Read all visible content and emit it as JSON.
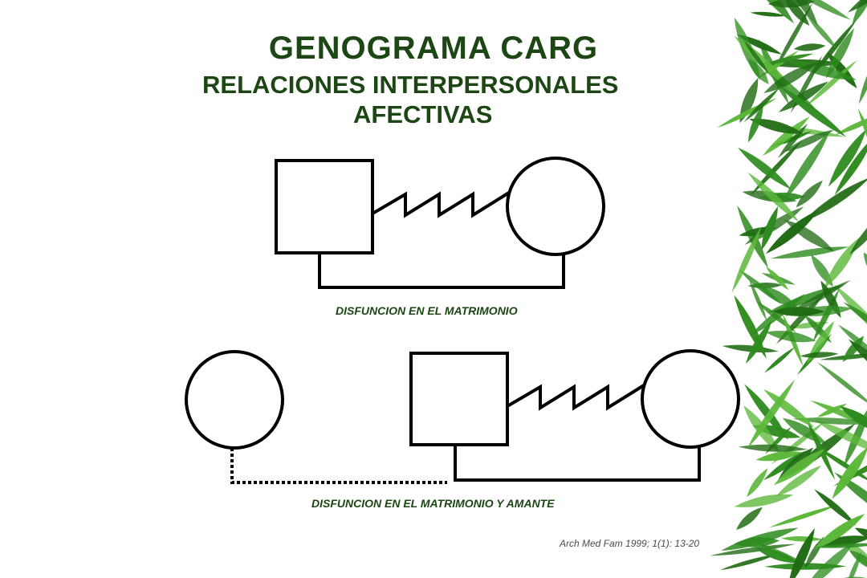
{
  "title": {
    "main": "GENOGRAMA  CARG",
    "line2": "RELACIONES INTERPERSONALES",
    "line3": "AFECTIVAS"
  },
  "captions": {
    "diagram1": "DISFUNCION EN EL MATRIMONIO",
    "diagram2": "DISFUNCION EN EL MATRIMONIO Y AMANTE"
  },
  "citation": "Arch Med Fam 1999; 1(1): 13-20",
  "colors": {
    "title": "#1c4614",
    "caption": "#1c4614",
    "citation": "#4a4a4a",
    "stroke": "#000000",
    "leaf_dark": "#1f6b12",
    "leaf_mid": "#2e8b1e",
    "leaf_light": "#5cb83a"
  },
  "decoration": "bamboo-leaves"
}
